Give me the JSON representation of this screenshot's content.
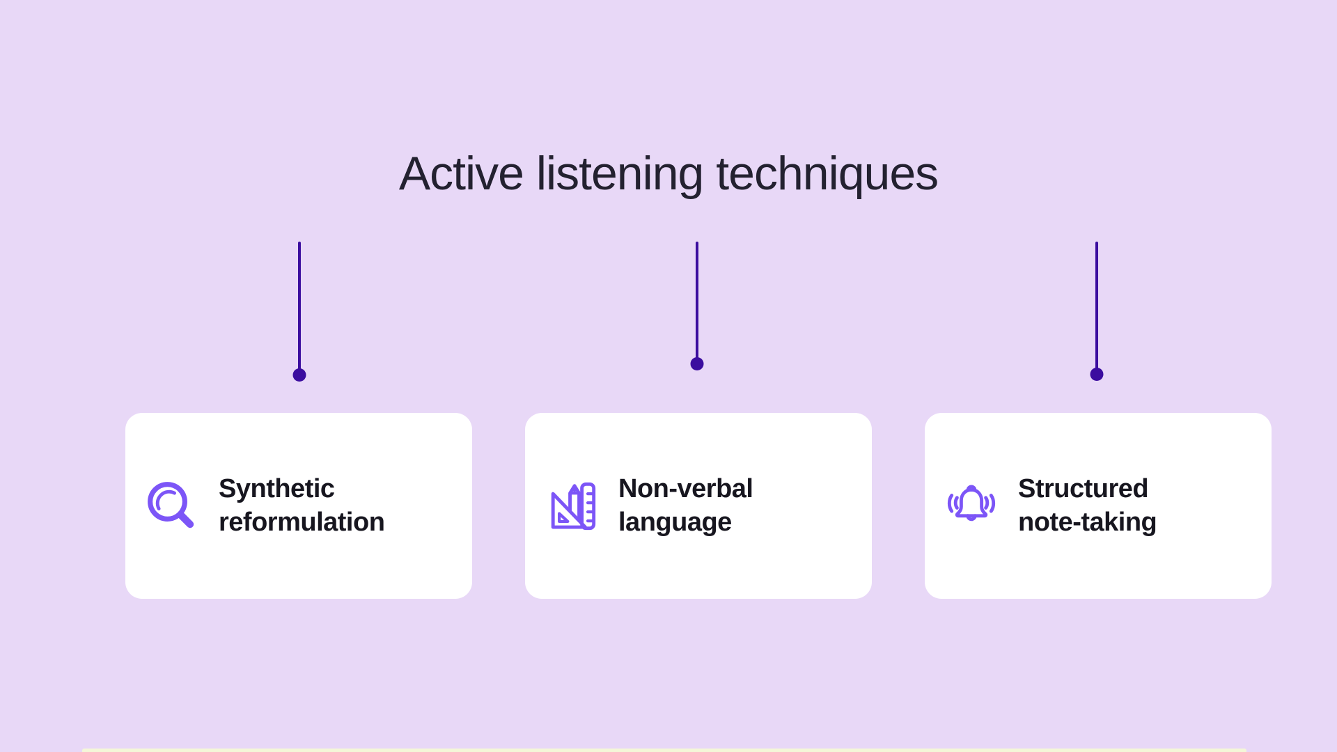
{
  "title": "Active listening techniques",
  "cards": [
    {
      "icon": "search-magnifier",
      "label_line1": "Synthetic",
      "label_line2": "reformulation"
    },
    {
      "icon": "drafting-tools",
      "label_line1": "Non-verbal",
      "label_line2": "language"
    },
    {
      "icon": "ringing-bell",
      "label_line1": "Structured",
      "label_line2": "note-taking"
    }
  ],
  "colors": {
    "background": "#e8d8f7",
    "card_background": "#ffffff",
    "connector": "#3b0d9f",
    "icon_accent": "#7c55f7",
    "title_text": "#232130",
    "card_text": "#17161f",
    "bottom_bar": "#f4f7d8"
  }
}
